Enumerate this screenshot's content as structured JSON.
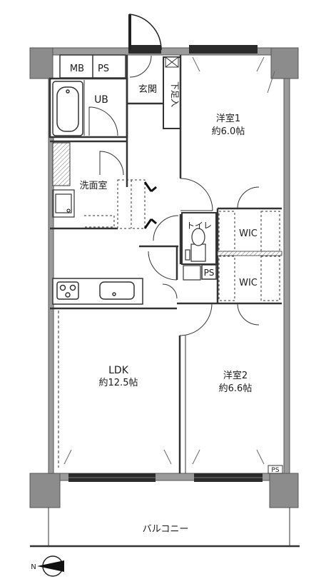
{
  "rooms": {
    "mb": "MB",
    "ps_top": "PS",
    "genkan": "玄関",
    "shoe": "下足入",
    "ub": "UB",
    "washroom": "洗面室",
    "toilet": "トイレ",
    "ps_mid": "PS",
    "ps_corner": "PS",
    "wic1": "WIC",
    "wic2": "WIC",
    "ldk_name": "LDK",
    "ldk_size": "約12.5帖",
    "western1_name": "洋室1",
    "western1_size": "約6.0帖",
    "western2_name": "洋室2",
    "western2_size": "約6.6帖",
    "balcony": "バルコニー"
  },
  "compass": {
    "label": "N"
  }
}
